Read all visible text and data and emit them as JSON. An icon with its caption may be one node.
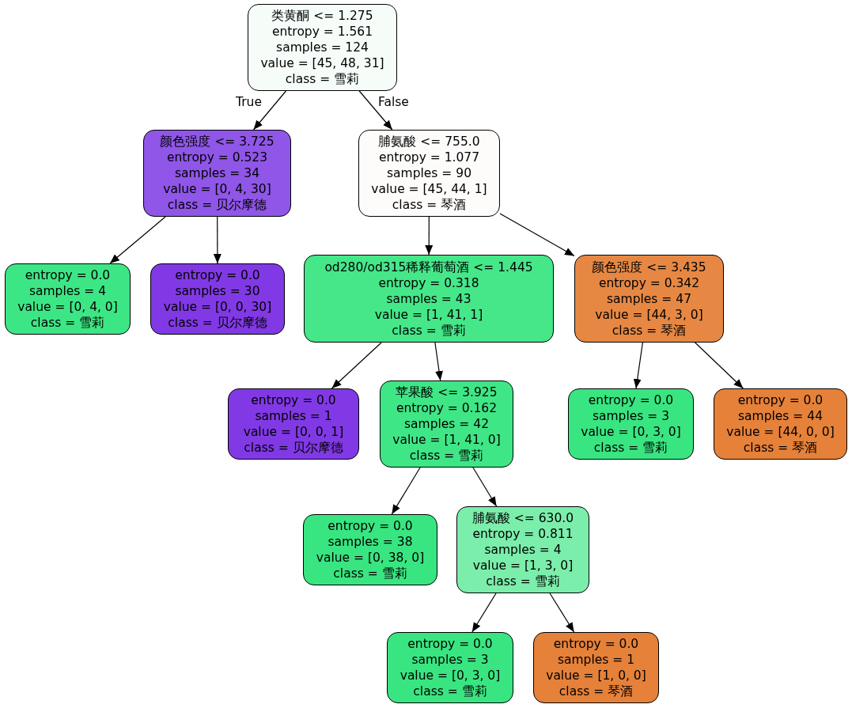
{
  "diagram": {
    "nodes": [
      {
        "text": [
          "类黄酮 <= 1.275",
          "entropy = 1.561",
          "samples = 124",
          "value = [45, 48, 31]",
          "class = 雪莉"
        ]
      },
      {
        "text": [
          "颜色强度 <= 3.725",
          "entropy = 0.523",
          "samples = 34",
          "value = [0, 4, 30]",
          "class = 贝尔摩德"
        ]
      },
      {
        "text": [
          "脯氨酸 <= 755.0",
          "entropy = 1.077",
          "samples = 90",
          "value = [45, 44, 1]",
          "class = 琴酒"
        ]
      },
      {
        "text": [
          "entropy = 0.0",
          "samples = 4",
          "value = [0, 4, 0]",
          "class = 雪莉"
        ]
      },
      {
        "text": [
          "entropy = 0.0",
          "samples = 30",
          "value = [0, 0, 30]",
          "class = 贝尔摩德"
        ]
      },
      {
        "text": [
          "od280/od315稀释葡萄酒 <= 1.445",
          "entropy = 0.318",
          "samples = 43",
          "value = [1, 41, 1]",
          "class = 雪莉"
        ]
      },
      {
        "text": [
          "颜色强度 <= 3.435",
          "entropy = 0.342",
          "samples = 47",
          "value = [44, 3, 0]",
          "class = 琴酒"
        ]
      },
      {
        "text": [
          "entropy = 0.0",
          "samples = 1",
          "value = [0, 0, 1]",
          "class = 贝尔摩德"
        ]
      },
      {
        "text": [
          "苹果酸 <= 3.925",
          "entropy = 0.162",
          "samples = 42",
          "value = [1, 41, 0]",
          "class = 雪莉"
        ]
      },
      {
        "text": [
          "entropy = 0.0",
          "samples = 3",
          "value = [0, 3, 0]",
          "class = 雪莉"
        ]
      },
      {
        "text": [
          "entropy = 0.0",
          "samples = 44",
          "value = [44, 0, 0]",
          "class = 琴酒"
        ]
      },
      {
        "text": [
          "entropy = 0.0",
          "samples = 38",
          "value = [0, 38, 0]",
          "class = 雪莉"
        ]
      },
      {
        "text": [
          "脯氨酸 <= 630.0",
          "entropy = 0.811",
          "samples = 4",
          "value = [1, 3, 0]",
          "class = 雪莉"
        ]
      },
      {
        "text": [
          "entropy = 0.0",
          "samples = 3",
          "value = [0, 3, 0]",
          "class = 雪莉"
        ]
      },
      {
        "text": [
          "entropy = 0.0",
          "samples = 1",
          "value = [1, 0, 0]",
          "class = 琴酒"
        ]
      }
    ],
    "edges": [
      {
        "from": 0,
        "to": 1,
        "arrow": "to",
        "label": "True"
      },
      {
        "from": 0,
        "to": 2,
        "arrow": "to",
        "label": "False"
      },
      {
        "from": 1,
        "to": 3,
        "arrow": "to"
      },
      {
        "from": 1,
        "to": 4,
        "arrow": "to"
      },
      {
        "from": 2,
        "to": 5,
        "arrow": "to"
      },
      {
        "from": 2,
        "to": 6,
        "arrow": "to"
      },
      {
        "from": 5,
        "to": 7,
        "arrow": "to"
      },
      {
        "from": 5,
        "to": 8,
        "arrow": "to"
      },
      {
        "from": 6,
        "to": 9,
        "arrow": "to"
      },
      {
        "from": 6,
        "to": 10,
        "arrow": "to"
      },
      {
        "from": 8,
        "to": 11,
        "arrow": "to"
      },
      {
        "from": 8,
        "to": 12,
        "arrow": "to"
      },
      {
        "from": 12,
        "to": 13,
        "arrow": "to"
      },
      {
        "from": 12,
        "to": 14,
        "arrow": "to"
      }
    ]
  }
}
